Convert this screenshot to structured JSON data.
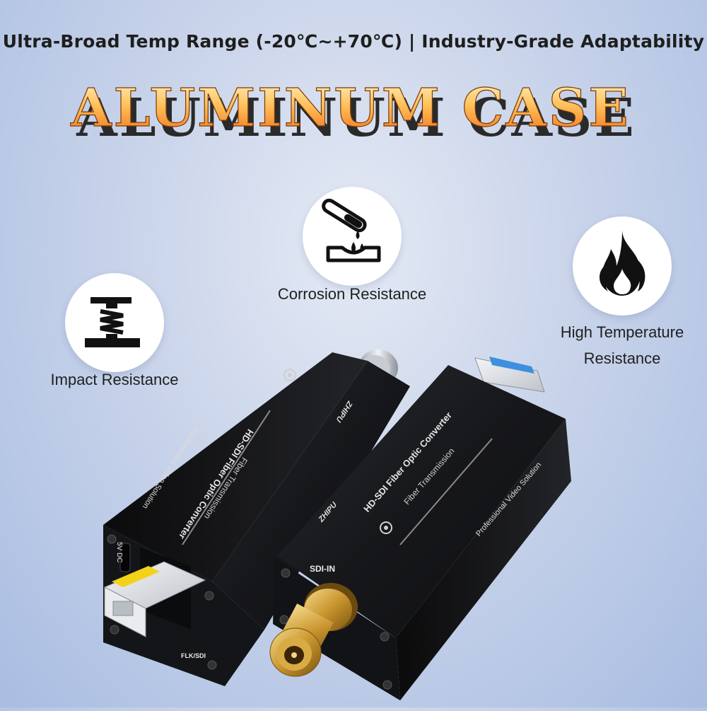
{
  "tagline": "Ultra-Broad Temp Range (-20℃~+70℃) | Industry-Grade Adaptability",
  "headline": "ALUMINUM CASE",
  "features": [
    {
      "id": "impact",
      "label": "Impact Resistance",
      "icon": "compression-spring-icon"
    },
    {
      "id": "corrosion",
      "label": "Corrosion Resistance",
      "icon": "acid-drop-test-tube-icon"
    },
    {
      "id": "temperature",
      "label_line1": "High Temperature",
      "label_line2": "Resistance",
      "icon": "flame-icon"
    }
  ],
  "device_left": {
    "title": "HD-SDI Fiber Optic Converter",
    "subtitle": "Fiber Transmission",
    "slogan": "Professional Video Solution",
    "brand": "ZHIPU",
    "power_label": "5V DC",
    "port_label": "FLK/SDI"
  },
  "device_right": {
    "title": "HD-SDI Fiber Optic Converter",
    "subtitle": "Fiber Transmission",
    "slogan": "Professional Video Solution",
    "brand": "ZHIPU",
    "port_label": "SDI-IN"
  },
  "colors": {
    "headline_top": "#ffe9a8",
    "headline_bottom": "#f07a20",
    "case_dark": "#1b1c1f",
    "bnc_gold": "#c9962f",
    "sfp_yellow": "#f3d21a",
    "sfp_blue": "#3f8fe0"
  }
}
